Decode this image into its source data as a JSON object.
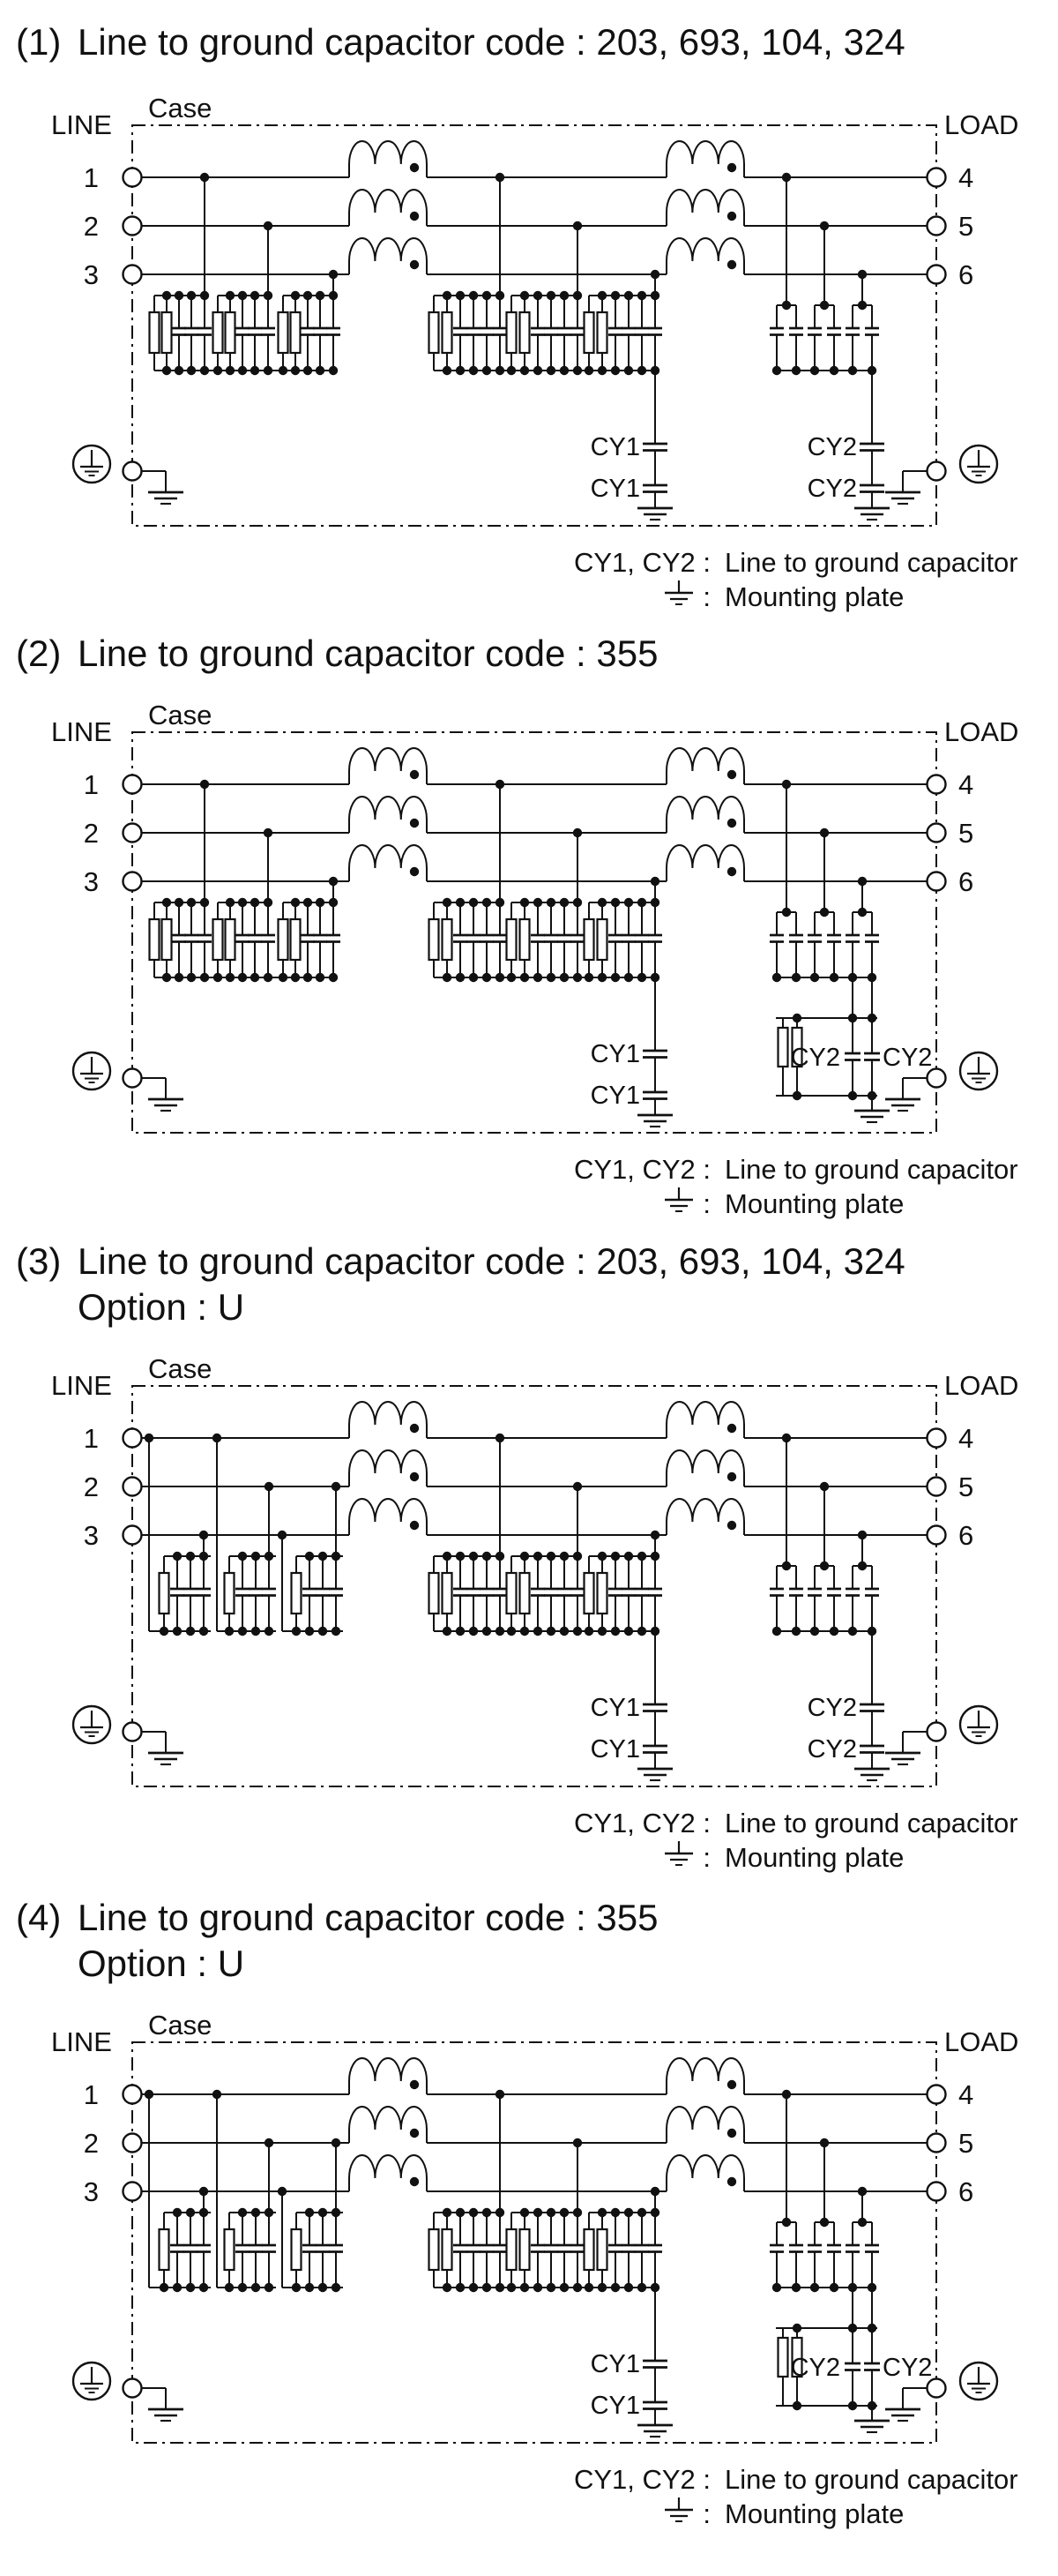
{
  "page": {
    "background": "#ffffff",
    "ink_color": "#111111"
  },
  "labels": {
    "line": "LINE",
    "load": "LOAD",
    "case": "Case",
    "terminals_left": [
      "1",
      "2",
      "3"
    ],
    "terminals_right": [
      "4",
      "5",
      "6"
    ],
    "cy1": "CY1",
    "cy2": "CY2"
  },
  "legend": {
    "cap_label": "CY1, CY2 :",
    "cap_text": "Line to ground capacitor",
    "mount_label": ":",
    "mount_text": "Mounting plate",
    "mount_symbol": "mounting-plate-icon",
    "earth_symbol": "protective-earth-icon"
  },
  "diagrams": [
    {
      "number": "(1)",
      "title": "Line to ground capacitor code : 203, 693, 104, 324",
      "option": null,
      "x_capacitor_bank": "bulk",
      "cy2_termination": "stacked"
    },
    {
      "number": "(2)",
      "title": "Line to ground capacitor code : 355",
      "option": null,
      "x_capacitor_bank": "bulk",
      "cy2_termination": "parallel-rc"
    },
    {
      "number": "(3)",
      "title": "Line to ground capacitor code : 203, 693, 104, 324",
      "option": "Option : U",
      "x_capacitor_bank": "separated",
      "cy2_termination": "stacked"
    },
    {
      "number": "(4)",
      "title": "Line to ground capacitor code : 355",
      "option": "Option : U",
      "x_capacitor_bank": "separated",
      "cy2_termination": "parallel-rc"
    }
  ]
}
